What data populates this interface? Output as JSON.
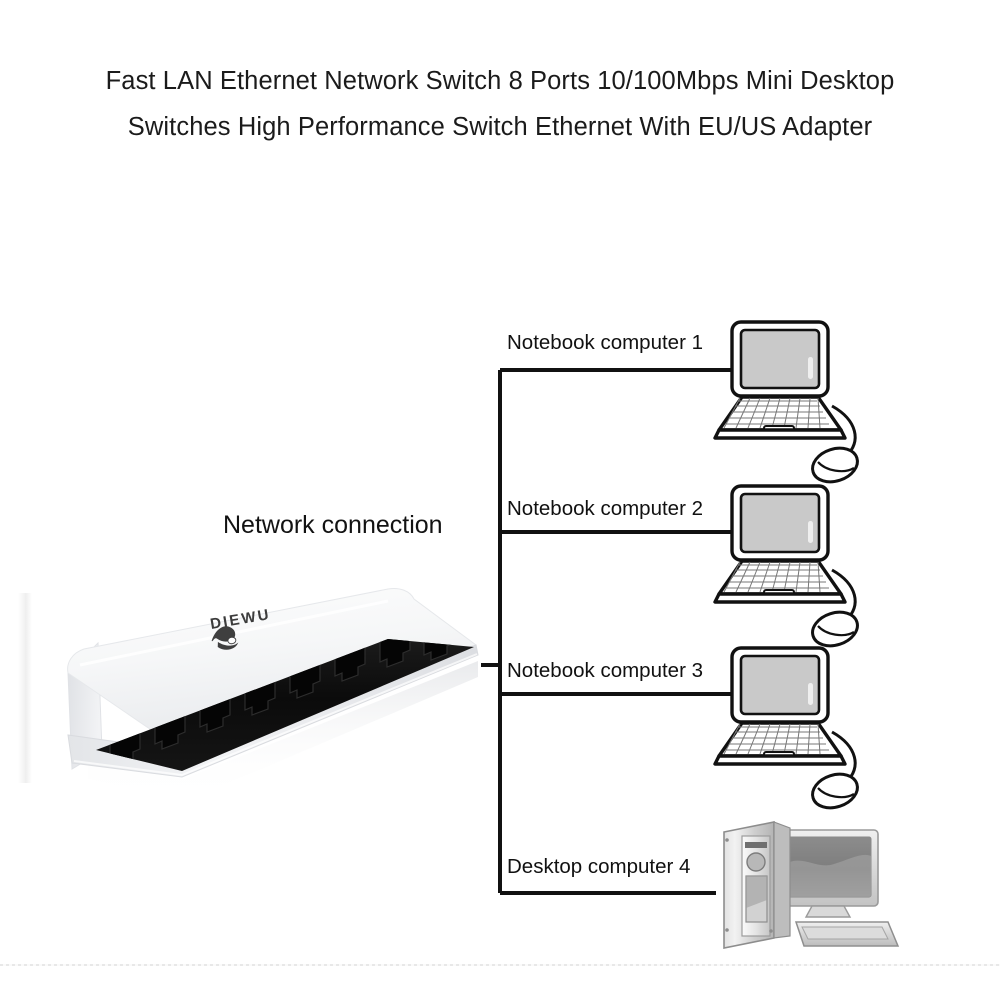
{
  "title": {
    "line1": "Fast LAN Ethernet Network Switch 8 Ports 10/100Mbps Mini Desktop",
    "line2": "Switches High Performance Switch Ethernet With EU/US Adapter"
  },
  "diagram": {
    "connection_label": "Network connection",
    "nodes": [
      {
        "id": "nb1",
        "label": "Notebook computer 1",
        "type": "laptop"
      },
      {
        "id": "nb2",
        "label": "Notebook computer 2",
        "type": "laptop"
      },
      {
        "id": "nb3",
        "label": "Notebook computer 3",
        "type": "laptop"
      },
      {
        "id": "dt4",
        "label": "Desktop computer 4",
        "type": "desktop"
      }
    ]
  },
  "product": {
    "brand": "DIEWU",
    "port_count": 8,
    "body_color": "#f4f5f7",
    "port_color": "#101010"
  },
  "colors": {
    "line": "#111111",
    "text": "#141414",
    "screen_fill": "#c9c9c9",
    "background": "#ffffff"
  }
}
